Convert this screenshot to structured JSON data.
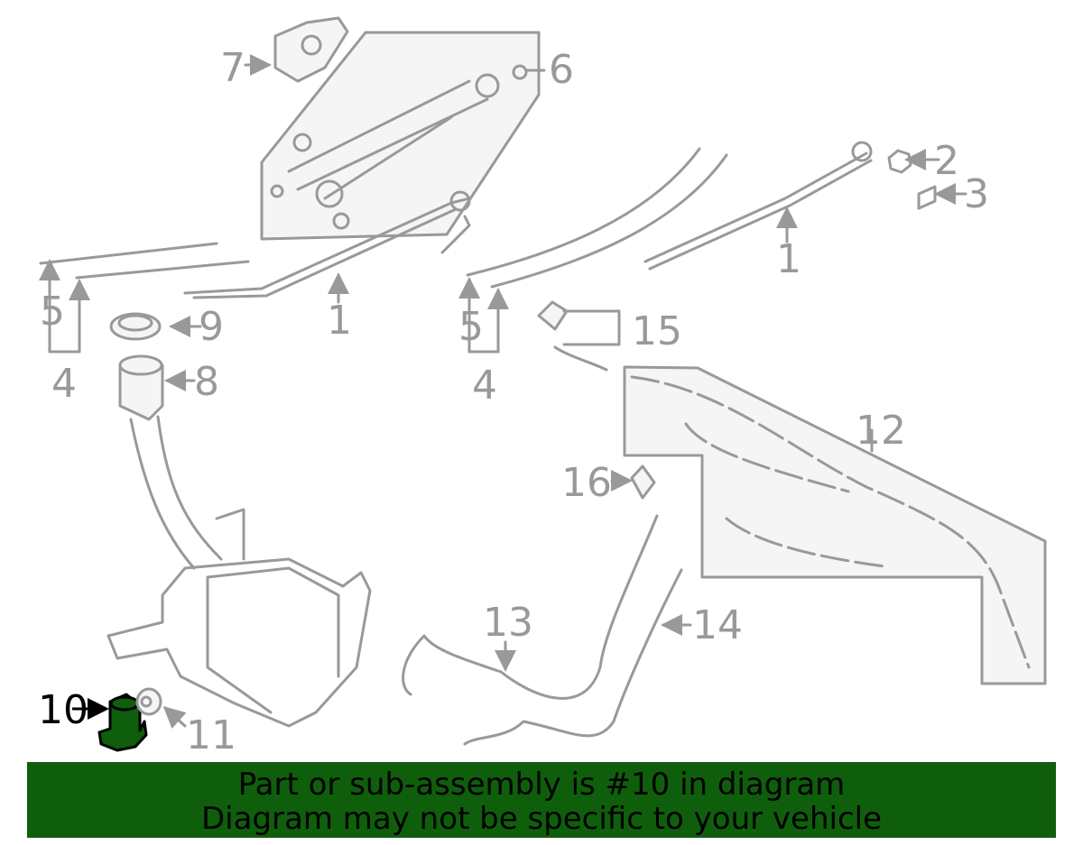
{
  "callouts": {
    "c1a": "1",
    "c1b": "1",
    "c2": "2",
    "c3": "3",
    "c4a": "4",
    "c4b": "4",
    "c5a": "5",
    "c5b": "5",
    "c6": "6",
    "c7": "7",
    "c8": "8",
    "c9": "9",
    "c10": "10",
    "c11": "11",
    "c12": "12",
    "c13": "13",
    "c14": "14",
    "c15": "15",
    "c16": "16"
  },
  "highlight_color": "#0f5e0c",
  "banner": {
    "line1": "Part or sub-assembly is #10 in diagram",
    "line2": "Diagram may not be specific to your vehicle"
  }
}
